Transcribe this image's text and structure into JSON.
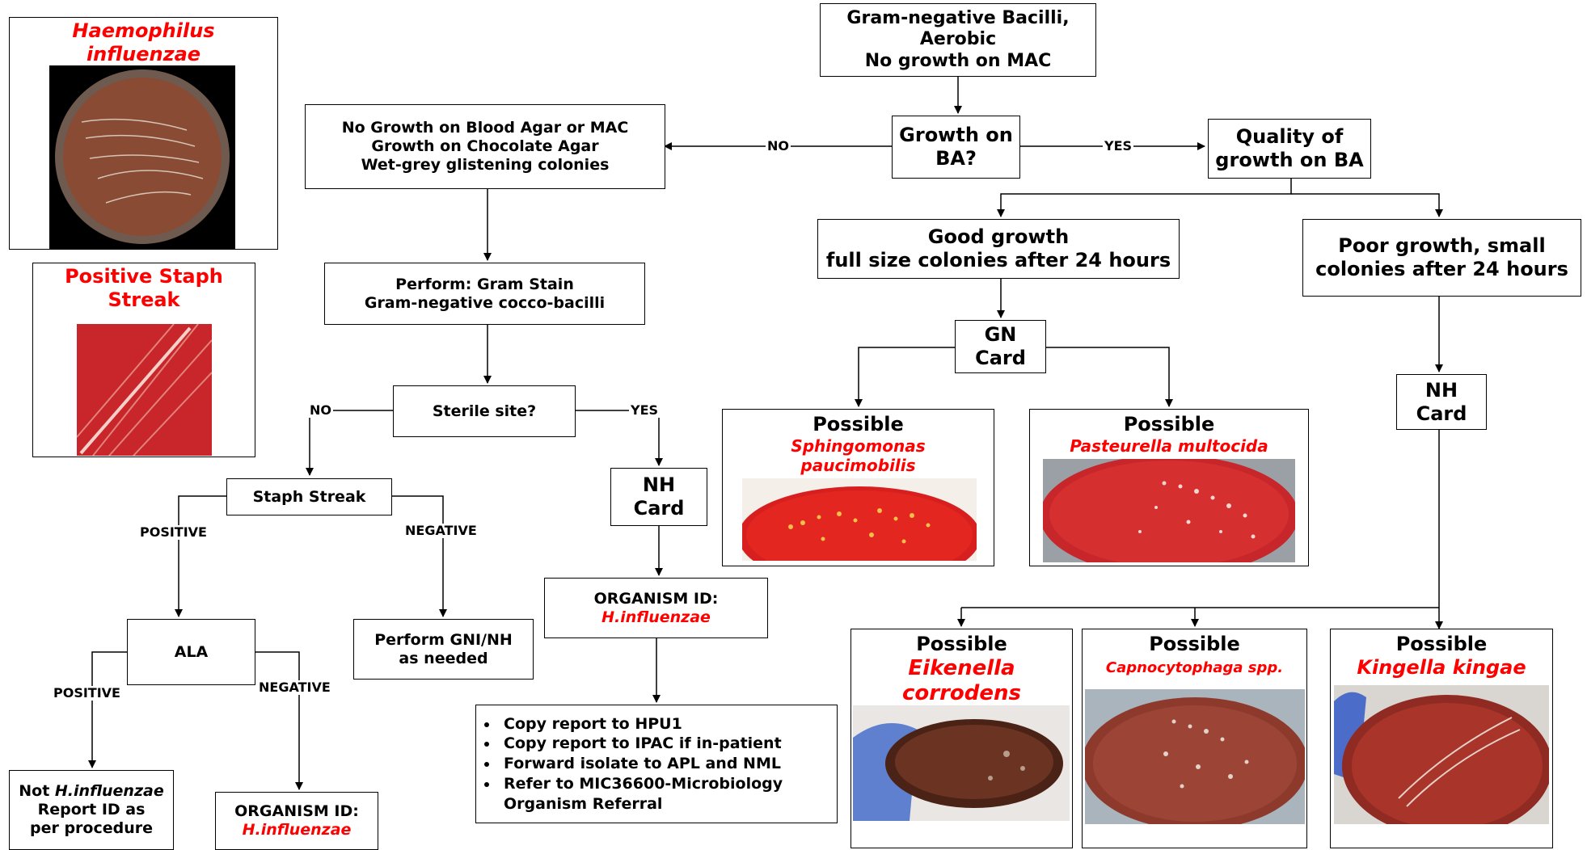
{
  "colors": {
    "accent_red": "#ff0000",
    "line": "#000000",
    "agar_red": "#c2372c",
    "agar_brown": "#8a3a2c"
  },
  "top": {
    "lines": [
      "Gram-negative Bacilli,",
      "Aerobic",
      "No growth on MAC"
    ]
  },
  "growth_ba": {
    "lines": [
      "Growth on",
      "BA?"
    ]
  },
  "quality": {
    "lines": [
      "Quality of",
      "growth on BA"
    ]
  },
  "no_growth": {
    "lines": [
      "No Growth on Blood Agar or MAC",
      "Growth on Chocolate Agar",
      "Wet-grey glistening colonies"
    ]
  },
  "gram_stain": {
    "lines": [
      "Perform: Gram Stain",
      "Gram-negative cocco-bacilli"
    ]
  },
  "sterile": {
    "label": "Sterile site?"
  },
  "nh_card_left": {
    "lines": [
      "NH",
      "Card"
    ]
  },
  "org_id_mid": {
    "label": "ORGANISM ID:",
    "organism": "H.influenzae"
  },
  "steps": {
    "items": [
      "Copy report to HPU1",
      "Copy report to IPAC if in-patient",
      "Forward isolate to APL and NML",
      "Refer to MIC36600-Microbiology Organism Referral"
    ]
  },
  "staph_streak": {
    "label": "Staph Streak"
  },
  "ala": {
    "label": "ALA"
  },
  "perform_gni": {
    "lines": [
      "Perform GNI/NH",
      "as needed"
    ]
  },
  "not_hinf": {
    "prefix": "Not ",
    "organism": "H.influenzae",
    "lines": [
      "Report ID as",
      "per procedure"
    ]
  },
  "org_id_bottom": {
    "label": "ORGANISM ID:",
    "organism": "H.influenzae"
  },
  "good_growth": {
    "lines": [
      "Good growth",
      "full size colonies after 24 hours"
    ]
  },
  "poor_growth": {
    "lines": [
      "Poor growth, small",
      "colonies after 24 hours"
    ]
  },
  "gn_card": {
    "lines": [
      "GN",
      "Card"
    ]
  },
  "nh_card_right": {
    "lines": [
      "NH",
      "Card"
    ]
  },
  "possible_sphingo": {
    "title": "Possible",
    "organism_lines": [
      "Sphingomonas",
      "paucimobilis"
    ]
  },
  "possible_pasteurella": {
    "title": "Possible",
    "organism": "Pasteurella multocida"
  },
  "possible_eikenella": {
    "title": "Possible",
    "organism_lines": [
      "Eikenella",
      "corrodens"
    ]
  },
  "possible_capno": {
    "title": "Possible",
    "organism": "Capnocytophaga spp."
  },
  "possible_kingella": {
    "title": "Possible",
    "organism": "Kingella kingae"
  },
  "legend_haemophilus": {
    "lines": [
      "Haemophilus",
      "influenzae"
    ]
  },
  "legend_staph": {
    "lines": [
      "Positive Staph",
      "Streak"
    ]
  },
  "labels": {
    "no": "NO",
    "yes": "YES",
    "positive": "POSITIVE",
    "negative": "NEGATIVE"
  }
}
